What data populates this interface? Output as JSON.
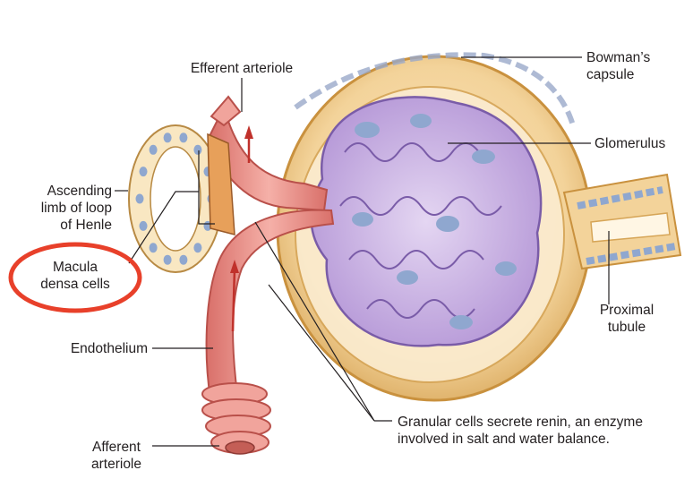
{
  "labels": {
    "efferent_arteriole": "Efferent arteriole",
    "bowmans_capsule": "Bowman’s\ncapsule",
    "glomerulus": "Glomerulus",
    "ascending_limb": "Ascending\nlimb of loop\nof Henle",
    "macula_densa": "Macula\ndensa cells",
    "proximal_tubule": "Proximal\ntubule",
    "endothelium": "Endothelium",
    "granular_cells": "Granular cells secrete renin, an enzyme\ninvolved in salt and water balance.",
    "afferent_arteriole": "Afferent\narteriole"
  },
  "colors": {
    "highlight_circle": "#e8402a",
    "capsule_fill": "#f3d39a",
    "capsule_outline": "#c9913e",
    "glomerulus_fill": "#c9b3e3",
    "glomerulus_outline": "#7a5ca8",
    "nucleus": "#8fa7cf",
    "arteriole_fill": "#ef9a91",
    "arteriole_outline": "#b9504a",
    "tubule_cell": "#f9e7c2",
    "text": "#231f20"
  }
}
